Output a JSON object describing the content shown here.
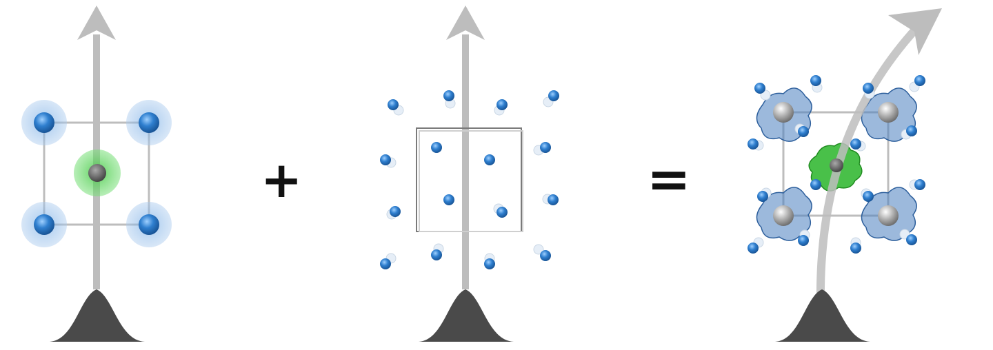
{
  "operators": {
    "plus": "+",
    "equals": "="
  },
  "colors": {
    "arrow": "#bdbdbd",
    "cell_frame": "#bdbdbd",
    "peak": "#4a4a4a",
    "blue_atom": "#2f7fcf",
    "blue_halo": "#7aaee6",
    "green_halo": "#55cc55",
    "grey_atom": "#a8a8a8",
    "green_density": "#3dbb3d",
    "blue_density": "#3a74b8"
  },
  "icons": {
    "panel_1": "scattering-crystal-with-halo-atoms",
    "panel_2": "scattering-displaced-atoms",
    "panel_3": "scattering-combined-deflected-beam"
  }
}
